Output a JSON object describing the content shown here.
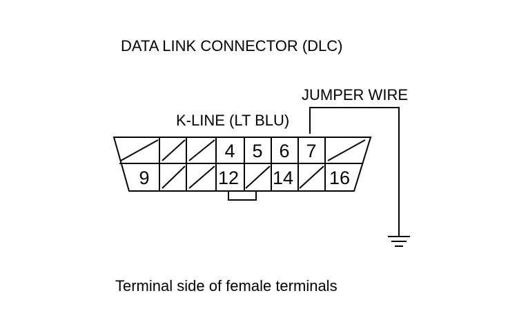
{
  "title": "DATA LINK CONNECTOR (DLC)",
  "jumper_wire_label": "JUMPER WIRE",
  "k_line_label": "K-LINE (LT BLU)",
  "caption": "Terminal side of female terminals",
  "top_row": {
    "pins": [
      {
        "label": ""
      },
      {
        "label": ""
      },
      {
        "label": ""
      },
      {
        "label": "4"
      },
      {
        "label": "5"
      },
      {
        "label": "6"
      },
      {
        "label": "7"
      },
      {
        "label": ""
      }
    ]
  },
  "bottom_row": {
    "pins": [
      {
        "label": "9"
      },
      {
        "label": ""
      },
      {
        "label": ""
      },
      {
        "label": "12"
      },
      {
        "label": ""
      },
      {
        "label": "14"
      },
      {
        "label": ""
      },
      {
        "label": "16"
      }
    ]
  },
  "colors": {
    "line": "#000000",
    "background": "#ffffff"
  }
}
